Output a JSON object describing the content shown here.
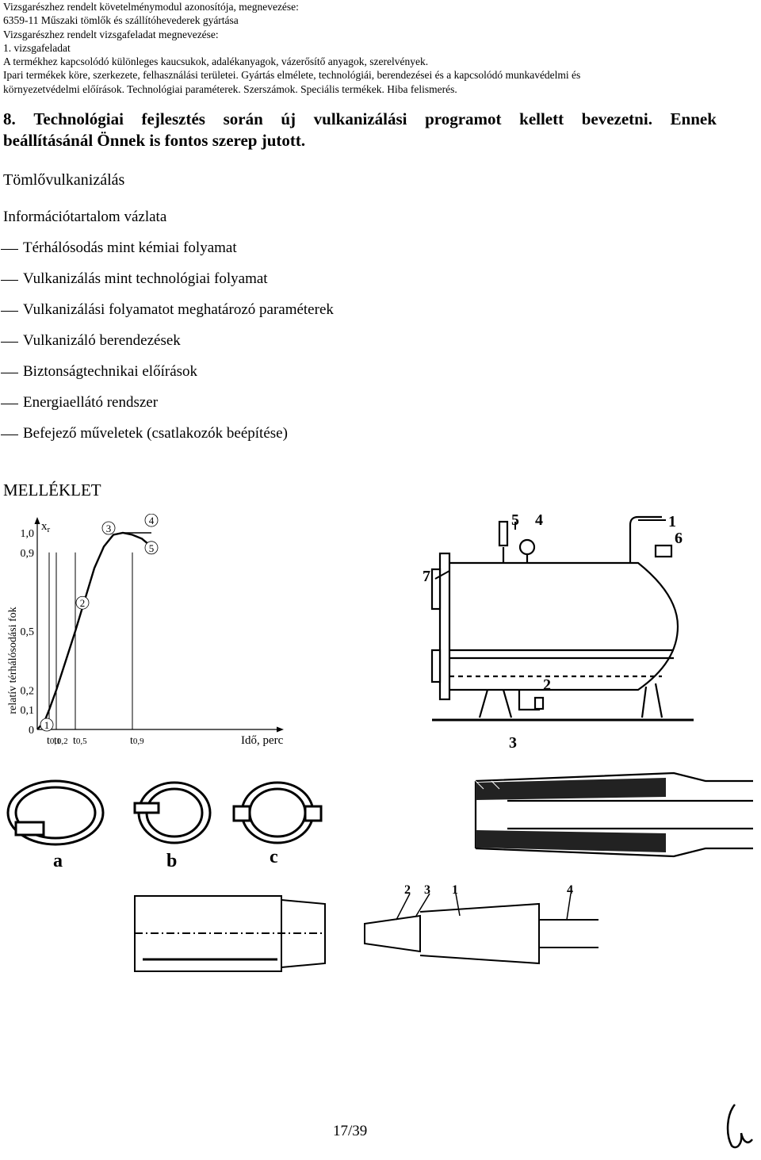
{
  "header": {
    "lines": [
      "Vizsgarészhez rendelt követelménymodul azonosítója, megnevezése:",
      "6359-11 Műszaki tömlők és szállítóhevederek gyártása",
      "Vizsgarészhez rendelt vizsgafeladat megnevezése:",
      "1. vizsgafeladat",
      "A termékhez kapcsolódó különleges kaucsukok, adalékanyagok, vázerősítő anyagok, szerelvények.",
      "Ipari termékek köre, szerkezete, felhasználási területei. Gyártás elmélete, technológiái, berendezései és a kapcsolódó munkavédelmi és",
      "környezetvédelmi előírások. Technológiai paraméterek. Szerszámok. Speciális termékek. Hiba felismerés."
    ]
  },
  "task": {
    "line1_words": [
      "8.",
      "Technológiai",
      "fejlesztés",
      "során",
      "új",
      "vulkanizálási",
      "programot",
      "kellett",
      "bevezetni.",
      "Ennek"
    ],
    "line2": "beállításánál Önnek is fontos szerep jutott."
  },
  "section_title": "Tömlővulkanizálás",
  "subtitle": "Információtartalom vázlata",
  "outline": [
    "Térhálósodás mint kémiai folyamat",
    "Vulkanizálás mint technológiai folyamat",
    "Vulkanizálási folyamatot meghatározó paraméterek",
    "Vulkanizáló berendezések",
    "Biztonságtechnikai előírások",
    "Energiaellátó rendszer",
    "Befejező műveletek (csatlakozók beépítése)"
  ],
  "appendix_title": "MELLÉKLET",
  "chart_data": {
    "type": "line",
    "ylabel": "relatív térhálósodási fok",
    "ysymbol": "x",
    "ysymbol_sub": "r",
    "xlabel": "Idő, perc",
    "yticks": [
      {
        "label": "1,0",
        "v": 1.0
      },
      {
        "label": "0,9",
        "v": 0.9
      },
      {
        "label": "0,5",
        "v": 0.5
      },
      {
        "label": "0,2",
        "v": 0.2
      },
      {
        "label": "0,1",
        "v": 0.1
      },
      {
        "label": "0",
        "v": 0
      }
    ],
    "xticks": [
      {
        "label": "0,1",
        "t": 0.5
      },
      {
        "label": "0,2",
        "t": 0.8
      },
      {
        "label": "0,5",
        "t": 1.6
      },
      {
        "label": "0,9",
        "t": 4.0
      }
    ],
    "xtick_prefix": "t",
    "xlim": [
      0,
      10
    ],
    "ylim": [
      0,
      1.0
    ],
    "curve": [
      {
        "t": 0.0,
        "v": 0.0
      },
      {
        "t": 0.3,
        "v": 0.04
      },
      {
        "t": 0.5,
        "v": 0.1
      },
      {
        "t": 0.8,
        "v": 0.2
      },
      {
        "t": 1.2,
        "v": 0.35
      },
      {
        "t": 1.6,
        "v": 0.5
      },
      {
        "t": 2.0,
        "v": 0.66
      },
      {
        "t": 2.4,
        "v": 0.82
      },
      {
        "t": 2.8,
        "v": 0.93
      },
      {
        "t": 3.2,
        "v": 0.99
      },
      {
        "t": 3.6,
        "v": 1.0
      },
      {
        "t": 4.0,
        "v": 0.99
      },
      {
        "t": 4.4,
        "v": 0.97
      },
      {
        "t": 4.8,
        "v": 0.93
      }
    ],
    "curve_alt": [
      {
        "t": 3.6,
        "v": 1.0
      },
      {
        "t": 4.2,
        "v": 1.0
      },
      {
        "t": 4.8,
        "v": 1.0
      }
    ],
    "points": [
      {
        "label": "1",
        "t": 0.4,
        "v": 0.0
      },
      {
        "label": "2",
        "t": 1.9,
        "v": 0.62
      },
      {
        "label": "3",
        "t": 3.0,
        "v": 1.0
      },
      {
        "label": "4",
        "t": 4.8,
        "v": 1.04
      },
      {
        "label": "5",
        "t": 4.8,
        "v": 0.9
      }
    ]
  },
  "autoclave": {
    "callouts": [
      "1",
      "2",
      "3",
      "4",
      "5",
      "6",
      "7"
    ]
  },
  "clamps": {
    "labels": [
      "a",
      "b",
      "c"
    ]
  },
  "fitting": {
    "callouts": [
      "2",
      "3",
      "1",
      "4"
    ]
  },
  "page_number": "17/39"
}
